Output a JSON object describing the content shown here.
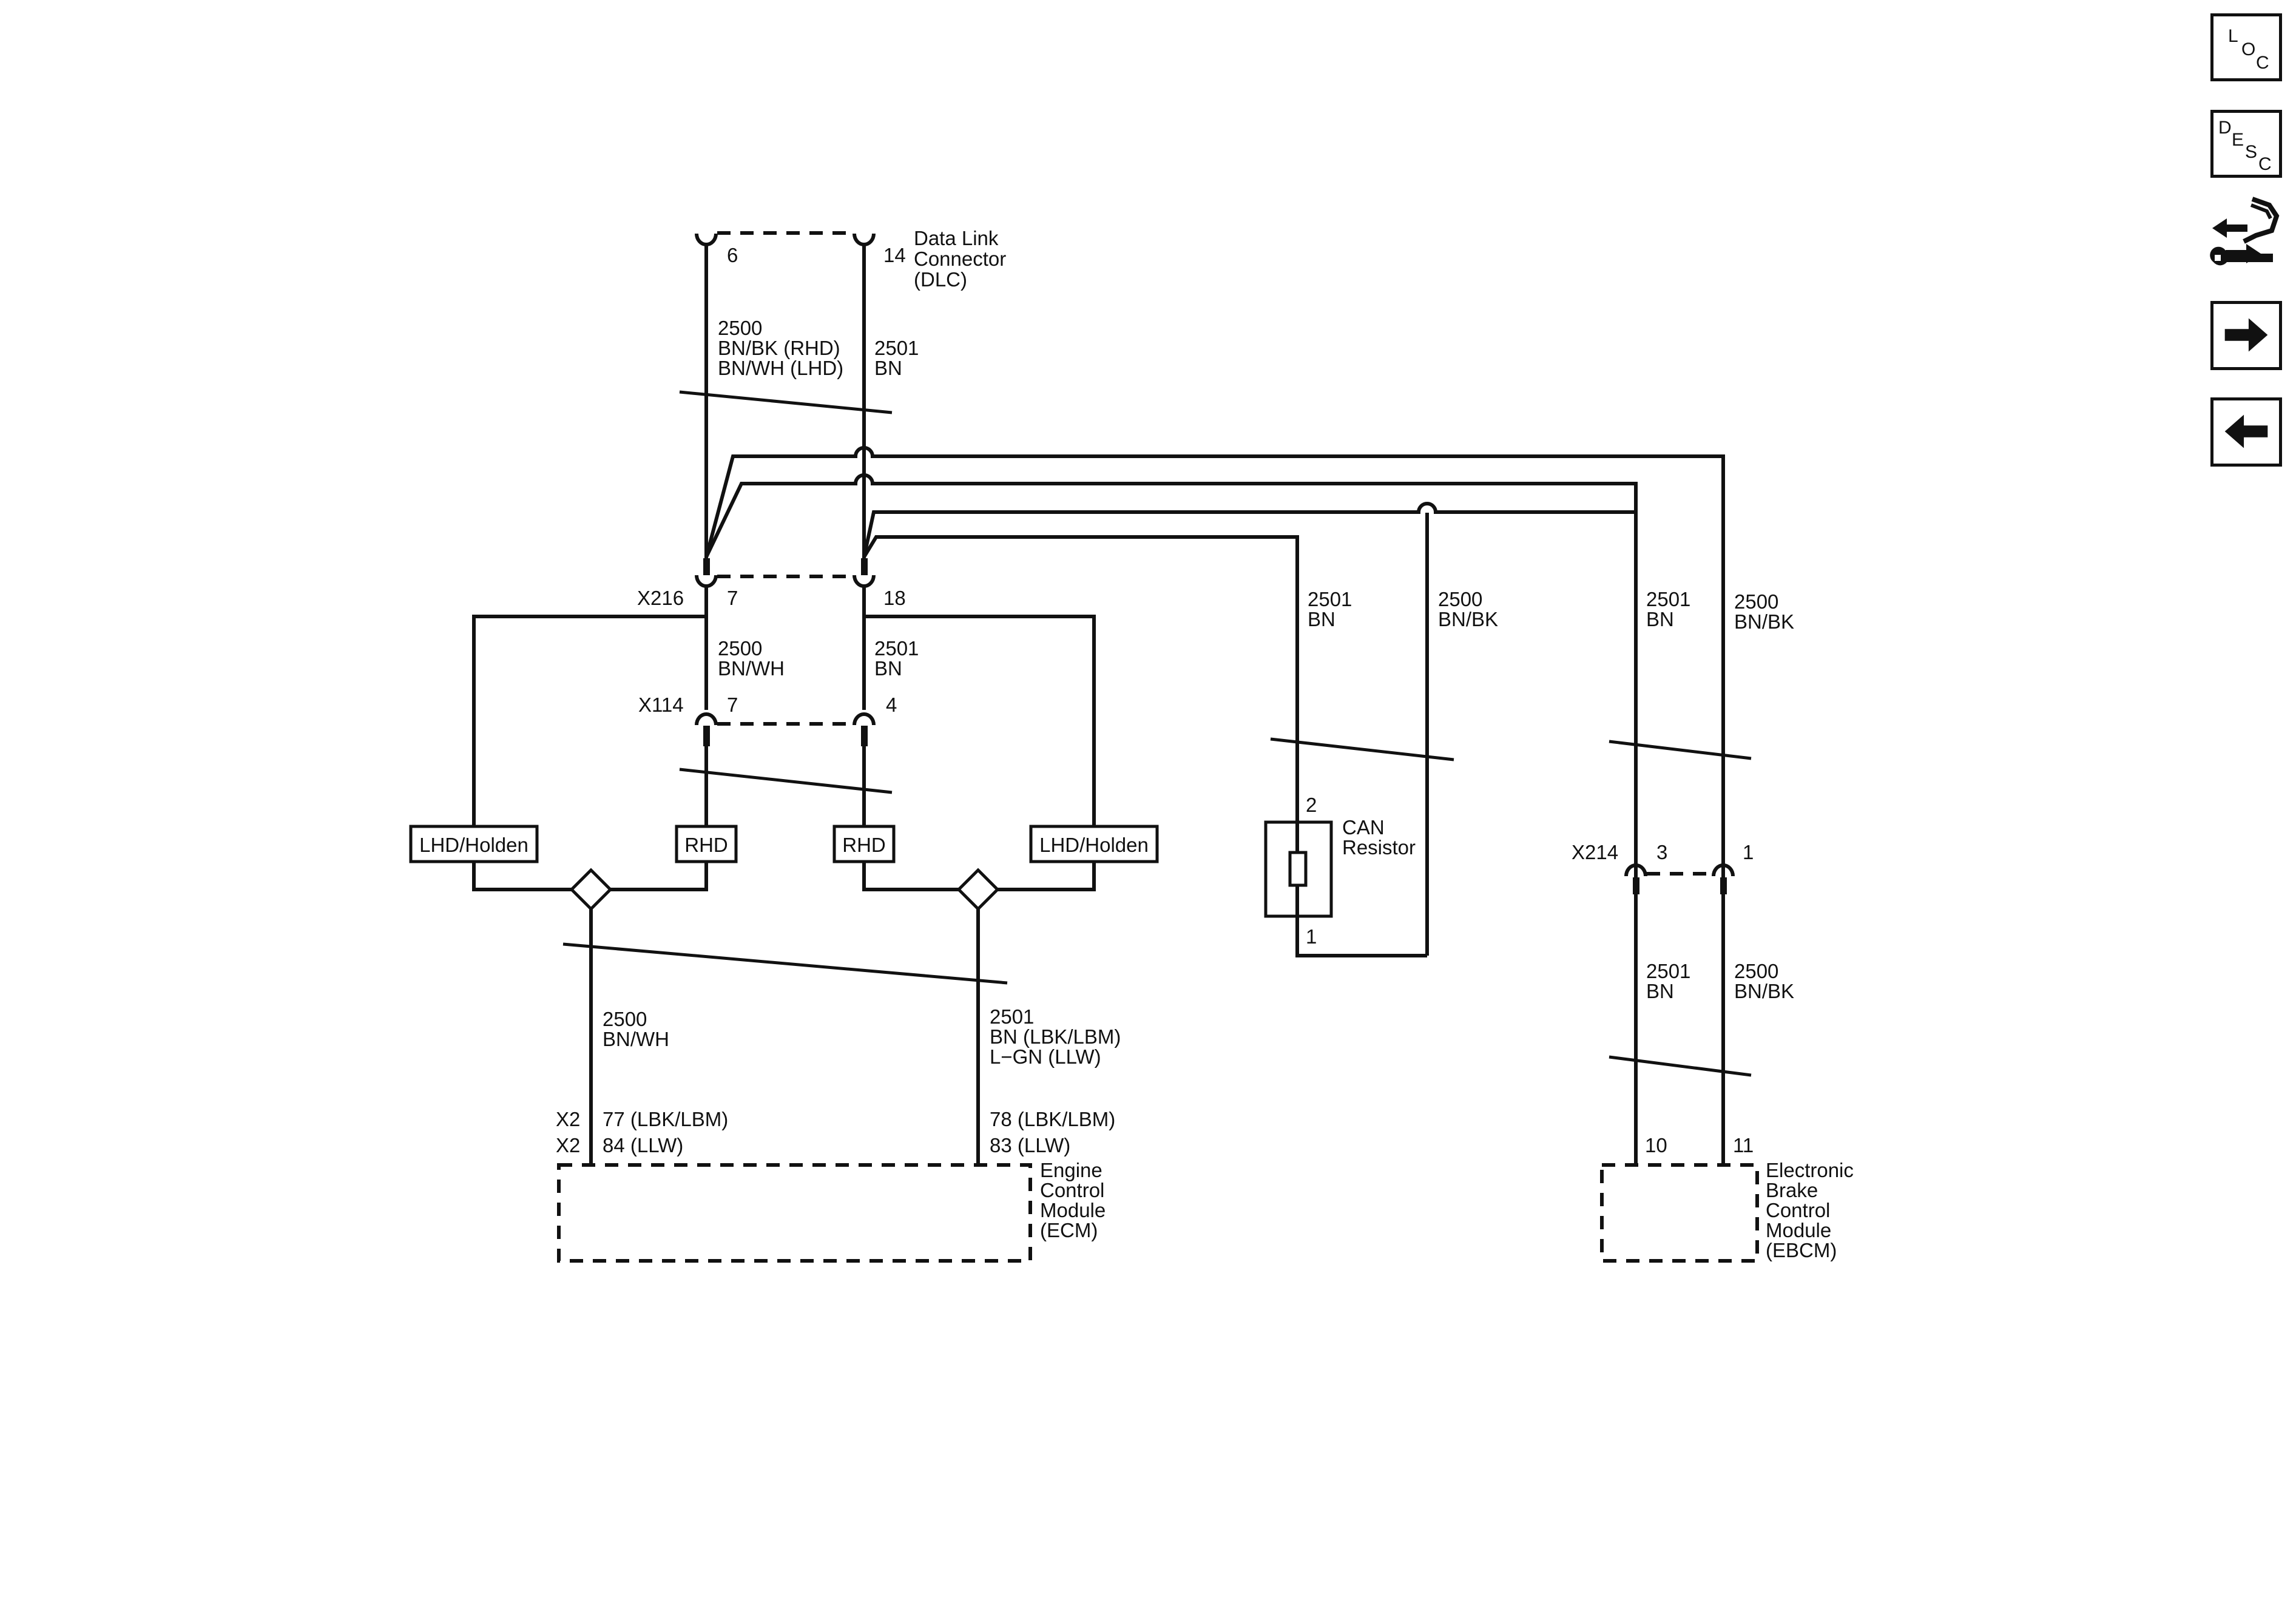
{
  "diagram": {
    "dlc": {
      "pin_left": "6",
      "pin_right": "14",
      "name_lines": [
        "Data Link",
        "Connector",
        "(DLC)"
      ]
    },
    "wire_dlc_left": [
      "2500",
      "BN/BK (RHD)",
      "BN/WH (LHD)"
    ],
    "wire_dlc_right": [
      "2501",
      "BN"
    ],
    "x216": {
      "name": "X216",
      "pin_left": "7",
      "pin_right": "18"
    },
    "wire_x216_left": [
      "2500",
      "BN/WH"
    ],
    "wire_x216_right": [
      "2501",
      "BN"
    ],
    "x114": {
      "name": "X114",
      "pin_left": "7",
      "pin_right": "4"
    },
    "options": {
      "lhd_left": "LHD/Holden",
      "rhd_left": "RHD",
      "rhd_right": "RHD",
      "lhd_right": "LHD/Holden"
    },
    "wire_ecm_left": [
      "2500",
      "BN/WH"
    ],
    "wire_ecm_right": [
      "2501",
      "BN (LBK/LBM)",
      "L−GN (LLW)"
    ],
    "ecm": {
      "conn_left_1": "X2",
      "pin_left_1": "77 (LBK/LBM)",
      "conn_left_2": "X2",
      "pin_left_2": "84 (LLW)",
      "pin_right_1": "78 (LBK/LBM)",
      "pin_right_2": "83 (LLW)",
      "name_lines": [
        "Engine",
        "Control",
        "Module",
        "(ECM)"
      ]
    },
    "wire_can_left": [
      "2501",
      "BN"
    ],
    "wire_can_right": [
      "2500",
      "BN/BK"
    ],
    "can_resistor": {
      "pin_top": "2",
      "pin_bottom": "1",
      "name_lines": [
        "CAN",
        "Resistor"
      ]
    },
    "wire_ebcm_upper_left": [
      "2501",
      "BN"
    ],
    "wire_ebcm_upper_right": [
      "2500",
      "BN/BK"
    ],
    "x214": {
      "name": "X214",
      "pin_left": "3",
      "pin_right": "1"
    },
    "wire_ebcm_lower_left": [
      "2501",
      "BN"
    ],
    "wire_ebcm_lower_right": [
      "2500",
      "BN/BK"
    ],
    "ebcm": {
      "pin_left": "10",
      "pin_right": "11",
      "name_lines": [
        "Electronic",
        "Brake",
        "Control",
        "Module",
        "(EBCM)"
      ]
    }
  },
  "nav": {
    "loc": {
      "letters": [
        "L",
        "O",
        "C"
      ],
      "icon": "location-view"
    },
    "desc": {
      "letters": [
        "D",
        "E",
        "S",
        "C"
      ],
      "icon": "description-view"
    },
    "tools": {
      "icon": "connector-wrench-icon"
    },
    "next": {
      "icon": "arrow-right-icon"
    },
    "prev": {
      "icon": "arrow-left-icon"
    }
  },
  "colors": {
    "ink": "#111111",
    "background": "#ffffff"
  }
}
